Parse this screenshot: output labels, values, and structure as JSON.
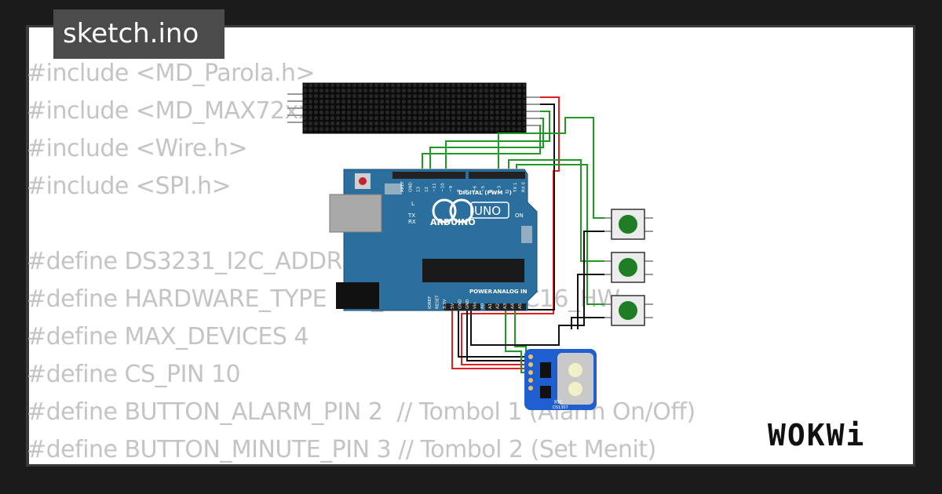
{
  "title": "sketch.ino",
  "code_lines": [
    "#include <MD_Parola.h>",
    "#include <MD_MAX72xx.h>",
    "#include <Wire.h>",
    "#include <SPI.h>",
    "",
    "#define DS3231_I2C_ADDRESS 0x68",
    "#define HARDWARE_TYPE MD_MAX72XX::FC16_HW",
    "#define MAX_DEVICES 4",
    "#define CS_PIN 10",
    "#define BUTTON_ALARM_PIN 2  // Tombol 1 (Alarm On/Off)",
    "#define BUTTON_MINUTE_PIN 3 // Tombol 2 (Set Menit)"
  ],
  "board": {
    "brand": "ARDUINO",
    "model": "UNO",
    "digital_label": "DIGITAL (PWM ~)",
    "power_label": "POWER",
    "analog_label": "ANALOG IN",
    "on_label": "ON",
    "l_label": "L",
    "tx_label": "TX",
    "rx_label": "RX",
    "top_pins": [
      "AREF",
      "GND",
      "13",
      "12",
      "~11",
      "~10",
      "~9",
      "8",
      "7",
      "~6",
      "~5",
      "4",
      "~3",
      "2",
      "TX 1",
      "RX 0"
    ],
    "bottom_pins": [
      "IOREF",
      "RESET",
      "3.3V",
      "5V",
      "GND",
      "GND",
      "Vin",
      "A0",
      "A1",
      "A2",
      "A3",
      "A4",
      "A5"
    ]
  },
  "rtc": {
    "label": "RTC",
    "part": "DS1307"
  },
  "logo": "WOKWi",
  "colors": {
    "pcb": "#2b6f9e",
    "wire_red": "#e02020",
    "wire_green": "#1f9a24",
    "wire_black": "#111111",
    "button_cap": "#1e7d25",
    "rtc_board": "#1f5fd0"
  }
}
